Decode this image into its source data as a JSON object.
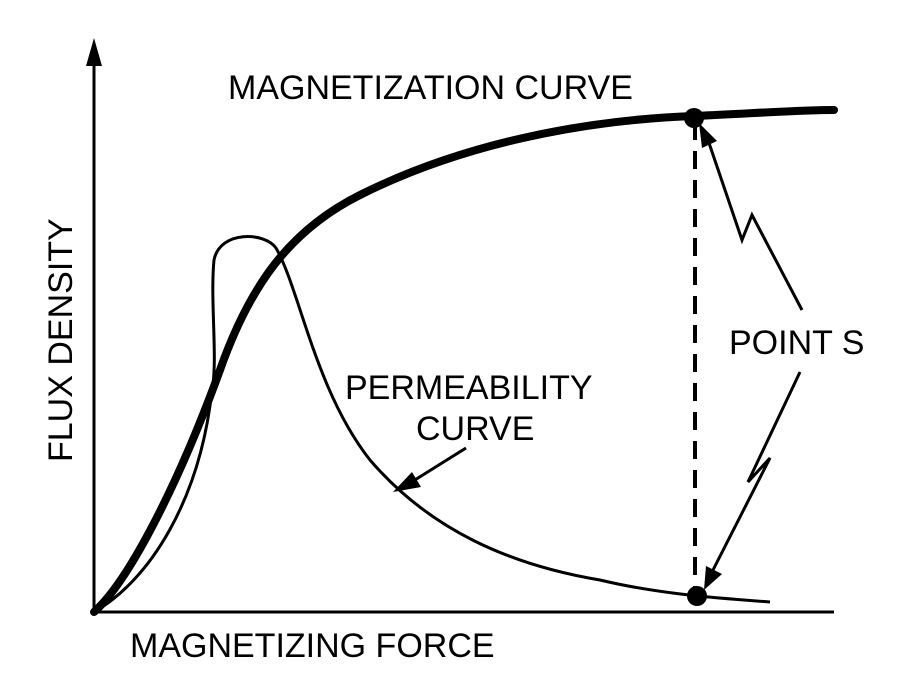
{
  "labels": {
    "magnetization_curve": "MAGNETIZATION CURVE",
    "flux_density": "FLUX DENSITY",
    "magnetizing_force": "MAGNETIZING FORCE",
    "permeability_line1": "PERMEABILITY",
    "permeability_line2": "CURVE",
    "point_s": "POINT S"
  },
  "colors": {
    "ink": "#000000",
    "background": "#ffffff"
  }
}
